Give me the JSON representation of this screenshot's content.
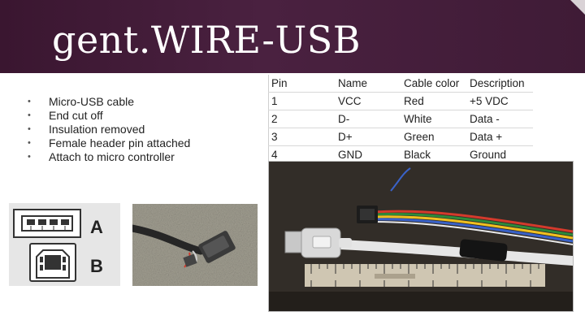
{
  "slide": {
    "title": "gent.WIRE-USB"
  },
  "bullets": [
    "Micro-USB cable",
    "End cut off",
    "Insulation removed",
    "Female header pin attached",
    "Attach to micro controller"
  ],
  "pin_table": {
    "headers": [
      "Pin",
      "Name",
      "Cable color",
      "Description"
    ],
    "rows": [
      [
        "1",
        "VCC",
        "Red",
        "+5 VDC"
      ],
      [
        "2",
        "D-",
        "White",
        "Data -"
      ],
      [
        "3",
        "D+",
        "Green",
        "Data +"
      ],
      [
        "4",
        "GND",
        "Black",
        "Ground"
      ]
    ]
  },
  "connector_diagram": {
    "label_a": "A",
    "label_b": "B"
  },
  "colors": {
    "header_band": "#3f1b36",
    "wire_red": "#d43a2c",
    "wire_green": "#2e8b3a",
    "wire_white": "#f2f2f2",
    "wire_black": "#1a1a1a"
  }
}
